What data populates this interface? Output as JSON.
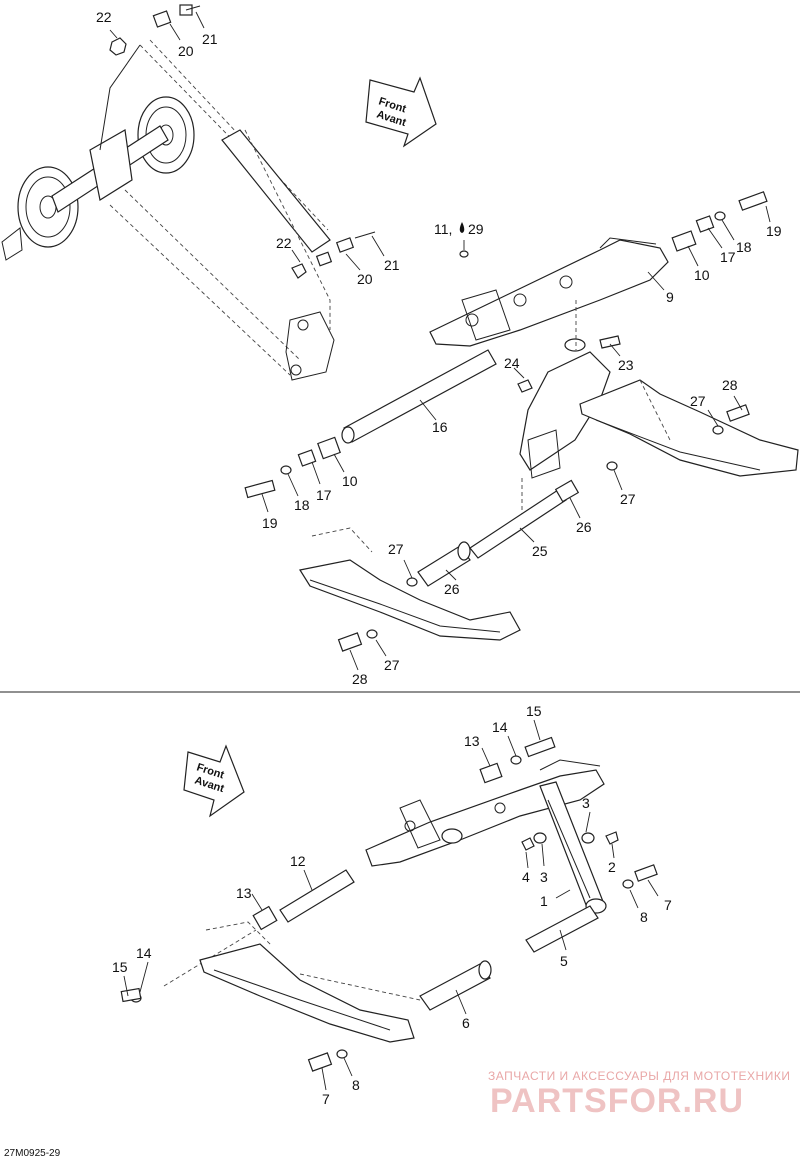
{
  "diagram": {
    "code": "27M0925-29",
    "front_arrow": {
      "line1": "Front",
      "line2": "Avant"
    },
    "oil_symbol": "\u0006",
    "top_callouts": [
      "22",
      "20",
      "21",
      "22",
      "20",
      "21",
      "11, ",
      "29",
      "9",
      "10",
      "17",
      "18",
      "19",
      "23",
      "24",
      "16",
      "10",
      "17",
      "18",
      "19",
      "27",
      "28",
      "27",
      "25",
      "26",
      "27",
      "26",
      "27",
      "28"
    ],
    "bottom_callouts": [
      "15",
      "14",
      "13",
      "3",
      "2",
      "3",
      "4",
      "1",
      "7",
      "8",
      "5",
      "12",
      "13",
      "14",
      "15",
      "6",
      "7",
      "8"
    ]
  },
  "watermark": {
    "line1": "ЗАПЧАСТИ И АКСЕССУАРЫ ДЛЯ МОТОТЕХНИКИ",
    "line2": "PARTSFOR.RU"
  }
}
